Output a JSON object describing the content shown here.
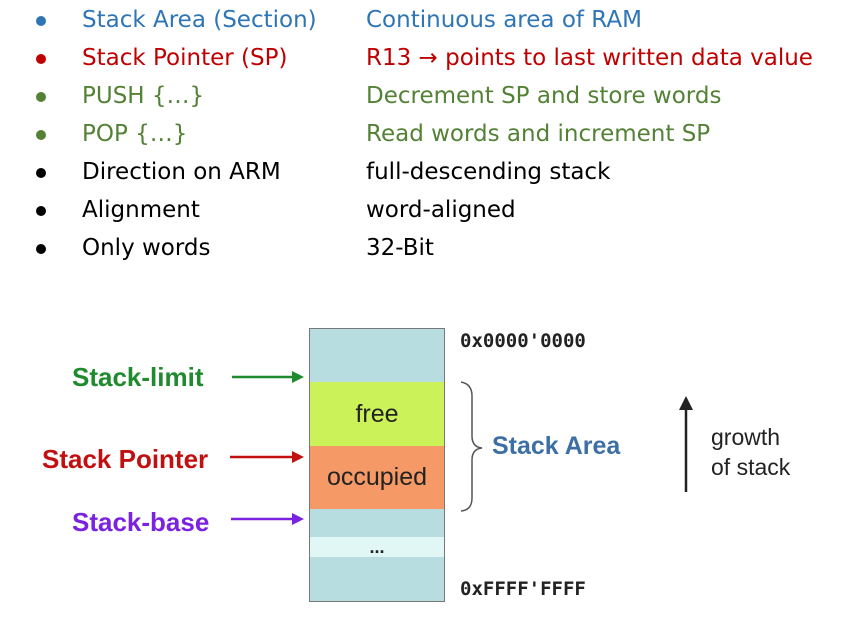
{
  "colors": {
    "blue": "#2e75b6",
    "red": "#c00000",
    "green": "#538135",
    "black": "#000000",
    "limit_green": "#1f8a2e",
    "pointer_red": "#c21010",
    "base_purple": "#7a22e0",
    "free_fill": "#ccf25a",
    "occupied_fill": "#f59a66",
    "memory_fill": "#b7dde0",
    "gap_fill": "#e0f7f6",
    "stack_area_blue": "#3d6fa5"
  },
  "bullets": [
    {
      "term": "Stack Area (Section)",
      "desc": "Continuous area of RAM",
      "color": "blue"
    },
    {
      "term": "Stack Pointer (SP)",
      "desc": "R13 → points to last written data value",
      "color": "red"
    },
    {
      "term": "PUSH {…}",
      "desc": "Decrement SP and store words",
      "color": "green"
    },
    {
      "term": "POP {…}",
      "desc": "Read words and increment SP",
      "color": "green"
    },
    {
      "term": "Direction on ARM",
      "desc": "full-descending stack",
      "color": "black"
    },
    {
      "term": "Alignment",
      "desc": "word-aligned",
      "color": "black"
    },
    {
      "term": "Only words",
      "desc": "32-Bit",
      "color": "black"
    }
  ],
  "diagram": {
    "labels": {
      "stack_limit": "Stack-limit",
      "stack_pointer": "Stack Pointer",
      "stack_base": "Stack-base"
    },
    "blocks": {
      "free": "free",
      "occupied": "occupied",
      "ellipsis": "..."
    },
    "addresses": {
      "top": "0x0000'0000",
      "bottom": "0xFFFF'FFFF"
    },
    "stack_area": "Stack Area",
    "growth": {
      "line1": "growth",
      "line2": "of stack"
    },
    "icons": {
      "bullet": "bullet-dot",
      "arrow": "right-arrow",
      "brace": "right-curly-brace",
      "growth_arrow": "up-arrow"
    }
  }
}
